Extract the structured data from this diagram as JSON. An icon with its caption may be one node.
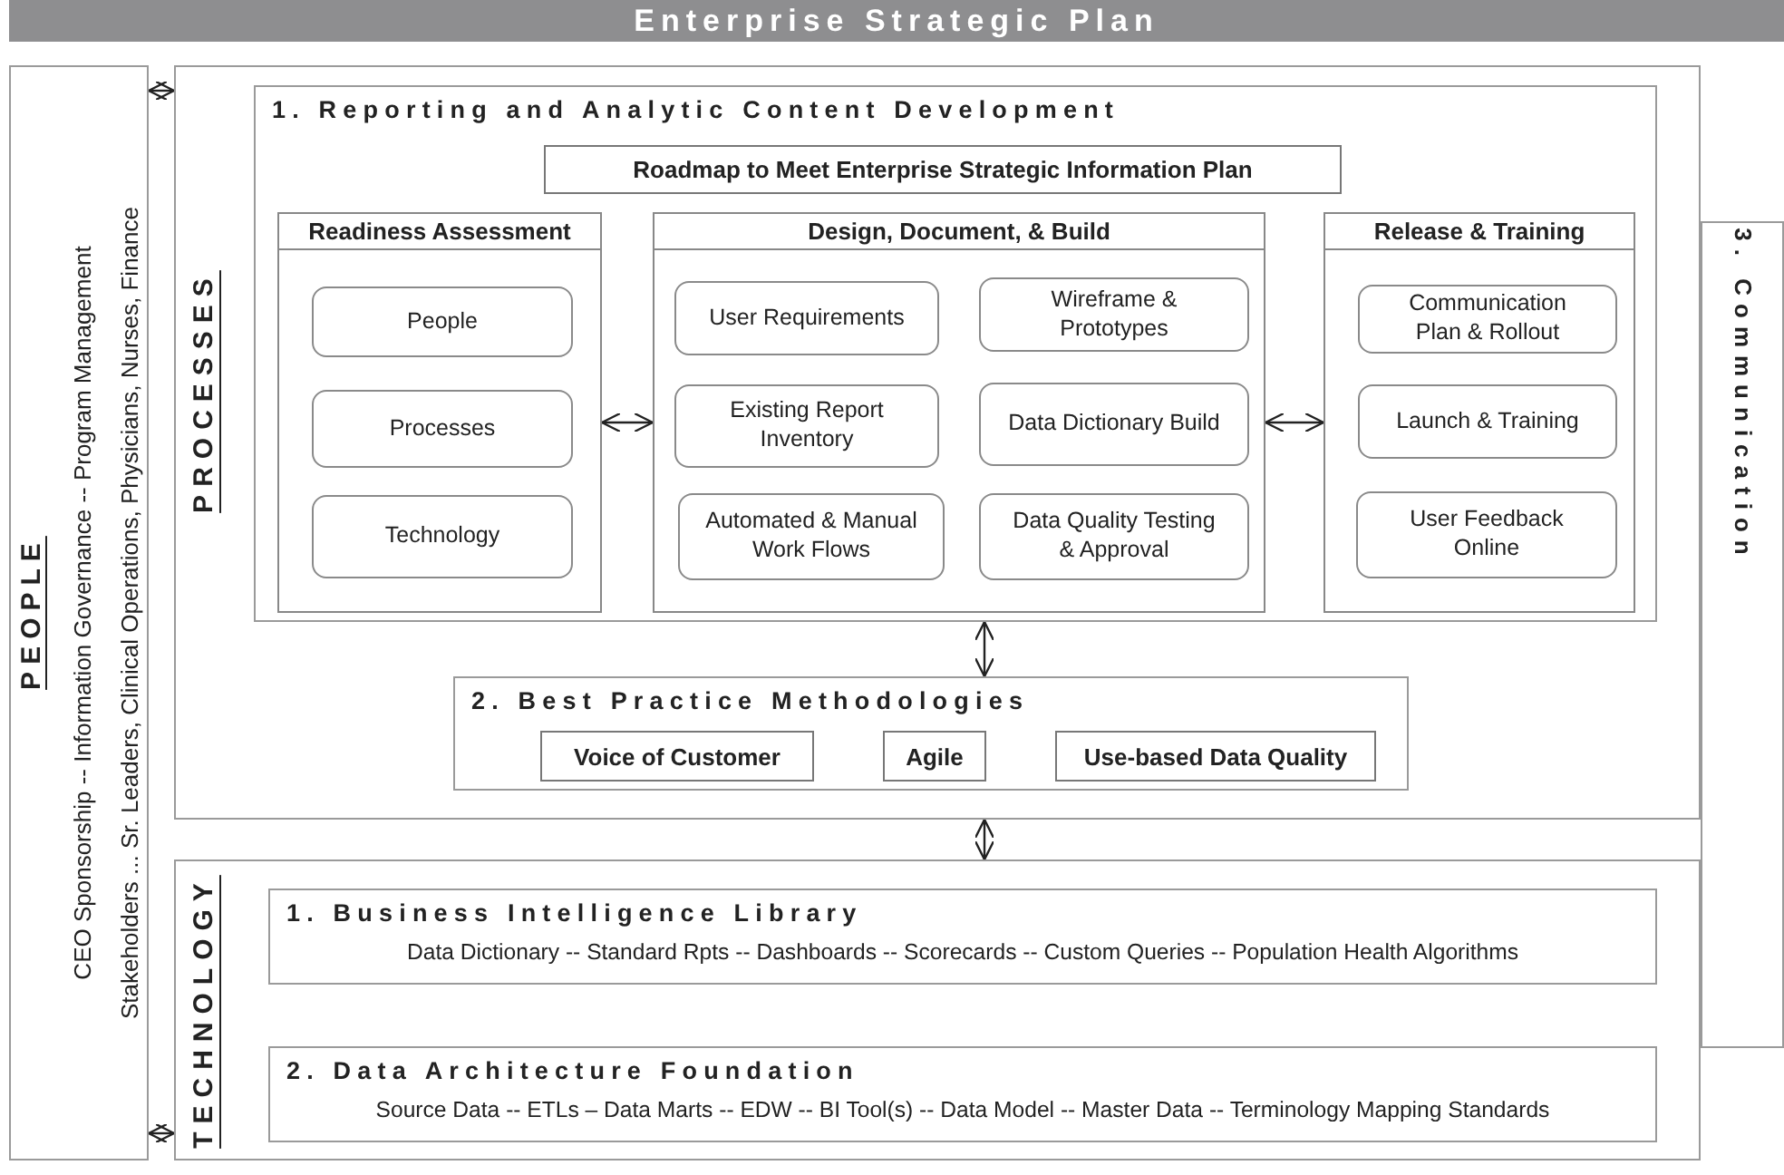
{
  "diagram": {
    "title": "Enterprise Strategic Plan",
    "nodes": [
      {
        "text": [
          "PEOPLE",
          "CEO Sponsorship -- Information Governance -- Program Management",
          "Stakeholders ... Sr. Leaders, Clinical Operations, Physicians, Nurses, Finance"
        ]
      },
      {
        "text": [
          "PROCESSES"
        ]
      },
      {
        "text": [
          "1. Reporting and Analytic Content Development"
        ],
        "in": 1
      },
      {
        "text": [
          "Roadmap to Meet Enterprise Strategic Information Plan"
        ],
        "in": 2
      },
      {
        "text": [
          "Readiness Assessment"
        ],
        "in": 2
      },
      {
        "text": [
          "People"
        ],
        "in": 4
      },
      {
        "text": [
          "Processes"
        ],
        "in": 4
      },
      {
        "text": [
          "Technology"
        ],
        "in": 4
      },
      {
        "text": [
          "Design,  Document, & Build"
        ],
        "in": 2
      },
      {
        "text": [
          "User Requirements"
        ],
        "in": 8
      },
      {
        "text": [
          "Wireframe & Prototypes"
        ],
        "in": 8
      },
      {
        "text": [
          "Existing Report Inventory"
        ],
        "in": 8
      },
      {
        "text": [
          "Data Dictionary Build"
        ],
        "in": 8
      },
      {
        "text": [
          "Automated & Manual Work Flows"
        ],
        "in": 8
      },
      {
        "text": [
          "Data Quality Testing & Approval"
        ],
        "in": 8
      },
      {
        "text": [
          "Release & Training"
        ],
        "in": 2
      },
      {
        "text": [
          "Communication Plan & Rollout"
        ],
        "in": 15
      },
      {
        "text": [
          "Launch & Training"
        ],
        "in": 15
      },
      {
        "text": [
          "User Feedback Online"
        ],
        "in": 15
      },
      {
        "text": [
          "2. Best Practice Methodologies"
        ],
        "in": 1
      },
      {
        "text": [
          "Voice of Customer"
        ],
        "in": 19
      },
      {
        "text": [
          "Agile"
        ],
        "in": 19
      },
      {
        "text": [
          "Use-based Data Quality"
        ],
        "in": 19
      },
      {
        "text": [
          "3. Communication"
        ]
      },
      {
        "text": [
          "TECHNOLOGY"
        ]
      },
      {
        "text": [
          "1. Business Intelligence Library",
          "Data Dictionary -- Standard Rpts -- Dashboards -- Scorecards -- Custom Queries -- Population Health Algorithms"
        ],
        "in": 24
      },
      {
        "text": [
          "2. Data Architecture Foundation",
          "Source Data -- ETLs – Data Marts -- EDW -- BI Tool(s) -- Data Model -- Master Data -- Terminology Mapping Standards"
        ],
        "in": 24
      }
    ],
    "edges": [
      {
        "from": 0,
        "to": 1,
        "arrow": "both"
      },
      {
        "from": 0,
        "to": 24,
        "arrow": "both"
      },
      {
        "from": 4,
        "to": 8,
        "arrow": "both"
      },
      {
        "from": 8,
        "to": 15,
        "arrow": "both"
      },
      {
        "from": 2,
        "to": 19,
        "arrow": "both"
      },
      {
        "from": 1,
        "to": 24,
        "arrow": "both"
      }
    ]
  }
}
